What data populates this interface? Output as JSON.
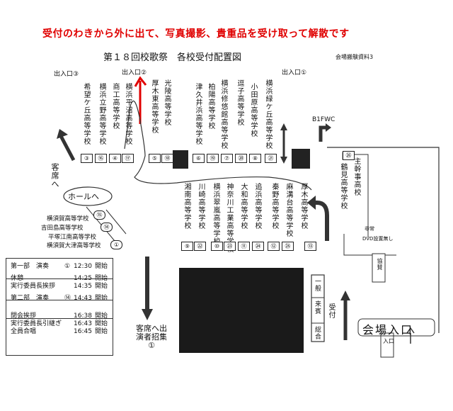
{
  "notice": "受付のわきから外に出て、写真撮影、貴重品を受け取って解散です",
  "title": "第１８回校歌祭　各校受付配置図",
  "ref_doc": "会場搬験資料3",
  "entrances": {
    "e3": "出入口③",
    "e2": "出入口②",
    "e1": "出入口①"
  },
  "b1fwc": "B1FWC",
  "top_schools": [
    {
      "name": "希望ケ丘高等学校",
      "num": "③"
    },
    {
      "name": "横浜立野高等学校",
      "num": "⑯"
    },
    {
      "name": "商工高等学校",
      "num": "④"
    },
    {
      "name": "横浜平沼高等学校",
      "num": "⑰"
    },
    {
      "name": "厚木東高等学校",
      "num": "⑤"
    },
    {
      "name": "光陵高等学校",
      "num": "⑱"
    },
    {
      "name": "津久井浜高等学校",
      "num": "⑥"
    },
    {
      "name": "柏陽高等学校",
      "num": "⑲"
    },
    {
      "name": "横浜修悠館高等学校",
      "num": "⑦"
    },
    {
      "name": "逗子高等学校",
      "num": "⑳"
    },
    {
      "name": "小田原高等学校",
      "num": "⑧"
    },
    {
      "name": "横浜緑ケ丘高等学校",
      "num": "㉑"
    }
  ],
  "bottom_schools": [
    {
      "name": "湘南高等学校",
      "num": "⑨"
    },
    {
      "name": "川崎高等学校",
      "num": "㉒"
    },
    {
      "name": "横浜翠嵐高等学校",
      "num": "⑩"
    },
    {
      "name": "神奈川工業高等学校",
      "num": "㉓"
    },
    {
      "name": "大和高等学校",
      "num": "⑪"
    },
    {
      "name": "追浜高等学校",
      "num": "㉔"
    },
    {
      "name": "秦野高等学校",
      "num": "⑫"
    },
    {
      "name": "麻溝台高等学校",
      "num": "㉕"
    },
    {
      "name": "厚木高等学校",
      "num": "⑬"
    }
  ],
  "right_schools": [
    {
      "name": "鶴見高等学校",
      "num": "㉖"
    },
    {
      "name": "主幹事高校",
      "num": ""
    }
  ],
  "left_schools": [
    {
      "name": "横須賀高等学校",
      "num": "⑮"
    },
    {
      "name": "吉田島高等学校",
      "num": "⑭"
    },
    {
      "name": "平塚江南高等学校",
      "num": ""
    },
    {
      "name": "横須賀大津高等学校",
      "num": "①"
    }
  ],
  "left_arrow_label": "客席へ",
  "hall_label": "ホールへ",
  "bottom_arrow_label": "客席へ出演者招集①",
  "reception": {
    "main": "受付",
    "ippan": "一般",
    "raihin": "来賓",
    "sougou": "総合"
  },
  "venue_entrance": "会場入口",
  "entrance_label": "入口",
  "side": {
    "note1": "非常",
    "note2": "DVD設置無し",
    "kyousan": "協賛"
  },
  "schedule": [
    {
      "label": "第一部　演奏",
      "mark": "①",
      "time": "12:30",
      "status": "開始"
    },
    {
      "label": "休憩",
      "mark": "",
      "time": "14:25",
      "status": "開始"
    },
    {
      "label": "実行委員長挨拶",
      "mark": "",
      "time": "14:35",
      "status": "開始"
    },
    {
      "label": "第二部　演奏",
      "mark": "⑭",
      "time": "14:43",
      "status": "開始"
    },
    {
      "label": "閉会挨拶",
      "mark": "",
      "time": "16:38",
      "status": "開始"
    },
    {
      "label": "実行委員長引継ぎ",
      "mark": "",
      "time": "16:43",
      "status": "開始"
    },
    {
      "label": "全員合唱",
      "mark": "",
      "time": "16:45",
      "status": "開始"
    }
  ]
}
